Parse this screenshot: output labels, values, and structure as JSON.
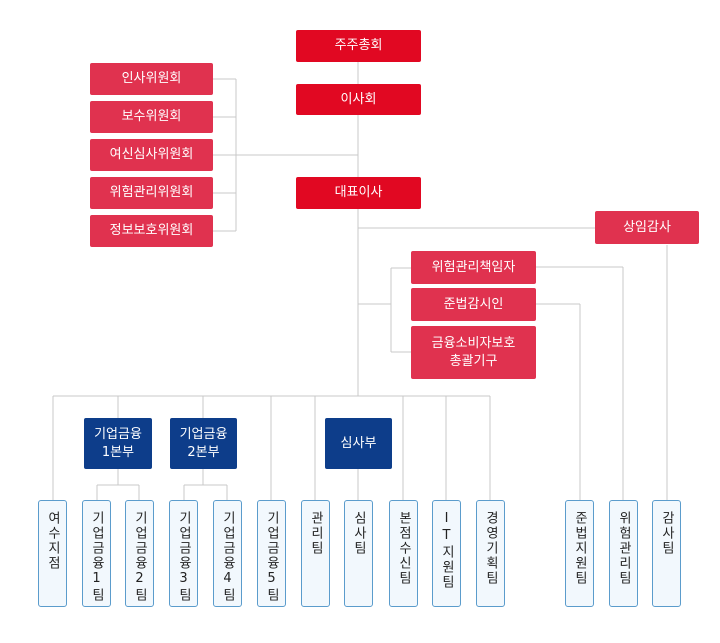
{
  "top": {
    "shareholders": "주주총회",
    "board": "이사회",
    "ceo": "대표이사",
    "auditor": "상임감사"
  },
  "committees": [
    "인사위원회",
    "보수위원회",
    "여신심사위원회",
    "위험관리위원회",
    "정보보호위원회"
  ],
  "officers": {
    "risk": "위험관리책임자",
    "compliance": "준법감시인",
    "consumer": "금융소비자보호\n총괄기구"
  },
  "divisions": {
    "corp1": "기업금융\n1본부",
    "corp2": "기업금융\n2본부",
    "credit": "심사부"
  },
  "teams": [
    "여수지점",
    "기업금융1팀",
    "기업금융2팀",
    "기업금융3팀",
    "기업금융4팀",
    "기업금융5팀",
    "관리팀",
    "심사팀",
    "본점수신팀",
    "IT지원팀",
    "경영기획팀",
    "준법지원팀",
    "위험관리팀",
    "감사팀"
  ],
  "colors": {
    "topRed": "#e10822",
    "pink": "#e0324f",
    "navy": "#0d3d8a",
    "teamBorder": "#5b9ccc",
    "line": "#c8c8c8"
  }
}
